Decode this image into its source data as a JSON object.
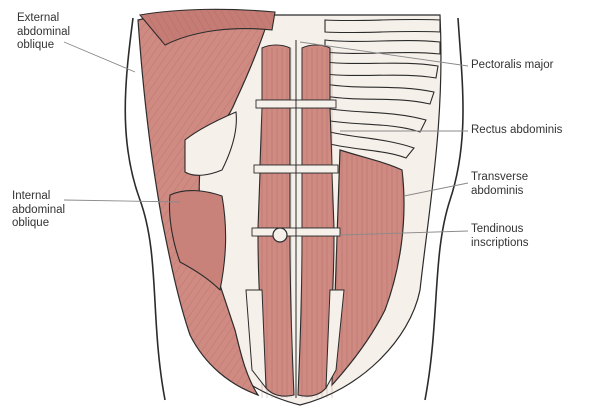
{
  "diagram": {
    "colors": {
      "muscle": "#cf8a82",
      "muscle_dark": "#b66e66",
      "fascia": "#f6f0ea",
      "outline": "#2b2b2b",
      "leader": "#8a8a8a",
      "text": "#333333"
    },
    "labels": {
      "external_oblique": [
        "External",
        "abdominal",
        "oblique"
      ],
      "internal_oblique": [
        "Internal",
        "abdominal",
        "oblique"
      ],
      "pectoralis_major": [
        "Pectoralis major"
      ],
      "rectus_abdominis": [
        "Rectus abdominis"
      ],
      "transverse_abdominis": [
        "Transverse",
        "abdominis"
      ],
      "tendinous_inscriptions": [
        "Tendinous",
        "inscriptions"
      ]
    }
  }
}
